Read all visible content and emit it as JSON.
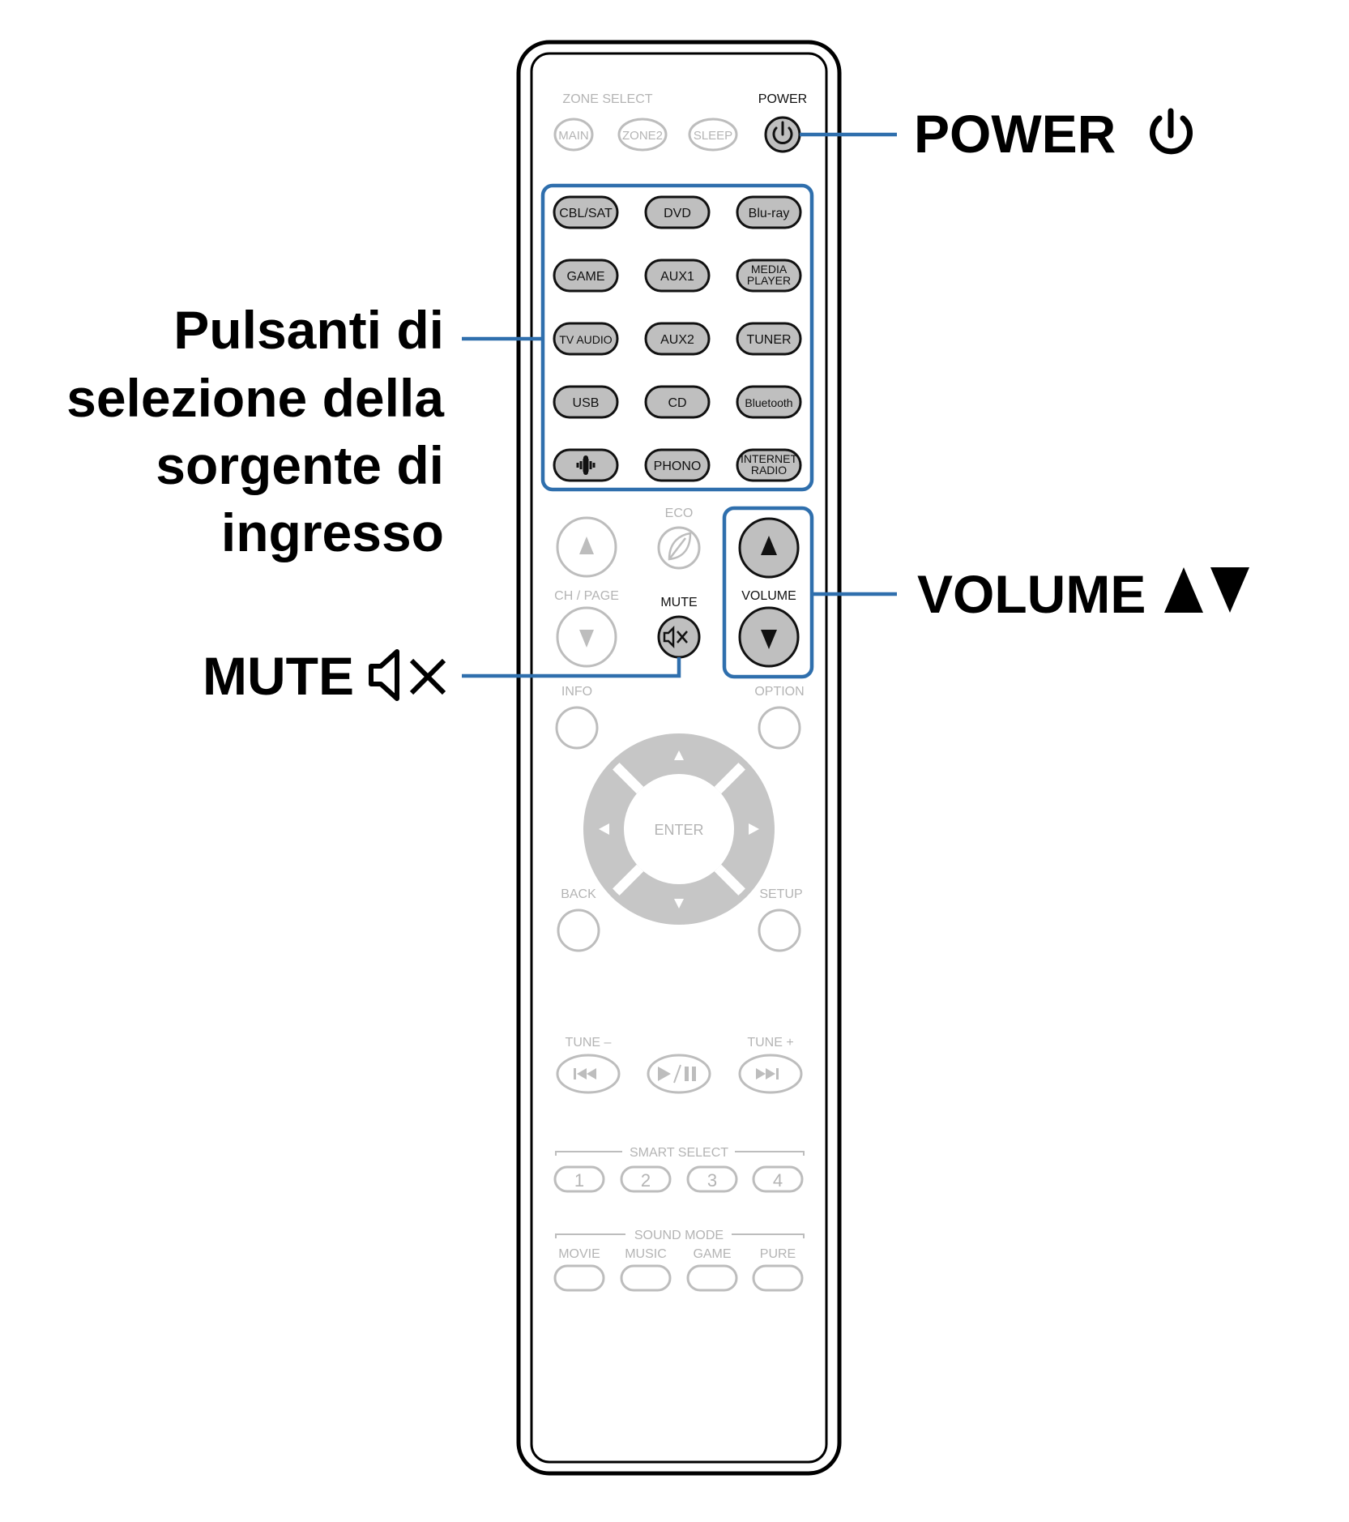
{
  "callouts": {
    "power": "POWER",
    "source_line1": "Pulsanti di",
    "source_line2": "selezione della",
    "source_line3": "sorgente di",
    "source_line4": "ingresso",
    "volume": "VOLUME",
    "mute": "MUTE"
  },
  "remote": {
    "zone_select_label": "ZONE SELECT",
    "power_label": "POWER",
    "zone_buttons": [
      "MAIN",
      "ZONE2",
      "SLEEP"
    ],
    "source_buttons": [
      [
        "CBL/SAT",
        "DVD",
        "Blu-ray"
      ],
      [
        "GAME",
        "AUX1",
        "MEDIA|PLAYER"
      ],
      [
        "TV AUDIO",
        "AUX2",
        "TUNER"
      ],
      [
        "USB",
        "CD",
        "Bluetooth"
      ],
      [
        "",
        "PHONO",
        "INTERNET|RADIO"
      ]
    ],
    "eco_label": "ECO",
    "ch_page_label": "CH / PAGE",
    "mute_label": "MUTE",
    "volume_label": "VOLUME",
    "info_label": "INFO",
    "option_label": "OPTION",
    "enter_label": "ENTER",
    "back_label": "BACK",
    "setup_label": "SETUP",
    "tune_minus_label": "TUNE –",
    "tune_plus_label": "TUNE +",
    "smart_select_label": "SMART SELECT",
    "smart_buttons": [
      "1",
      "2",
      "3",
      "4"
    ],
    "sound_mode_label": "SOUND MODE",
    "sound_modes": [
      "MOVIE",
      "MUSIC",
      "GAME",
      "PURE"
    ]
  },
  "colors": {
    "highlight": "#2f6fad",
    "active_button": "#bfbfbf",
    "inactive": "#bdbdbd"
  },
  "icons": [
    "power-icon",
    "mute-icon",
    "volume-up-arrow-icon",
    "volume-down-arrow-icon",
    "eco-leaf-icon",
    "skip-back-icon",
    "play-pause-icon",
    "skip-forward-icon",
    "internet-radio-wave-icon"
  ]
}
